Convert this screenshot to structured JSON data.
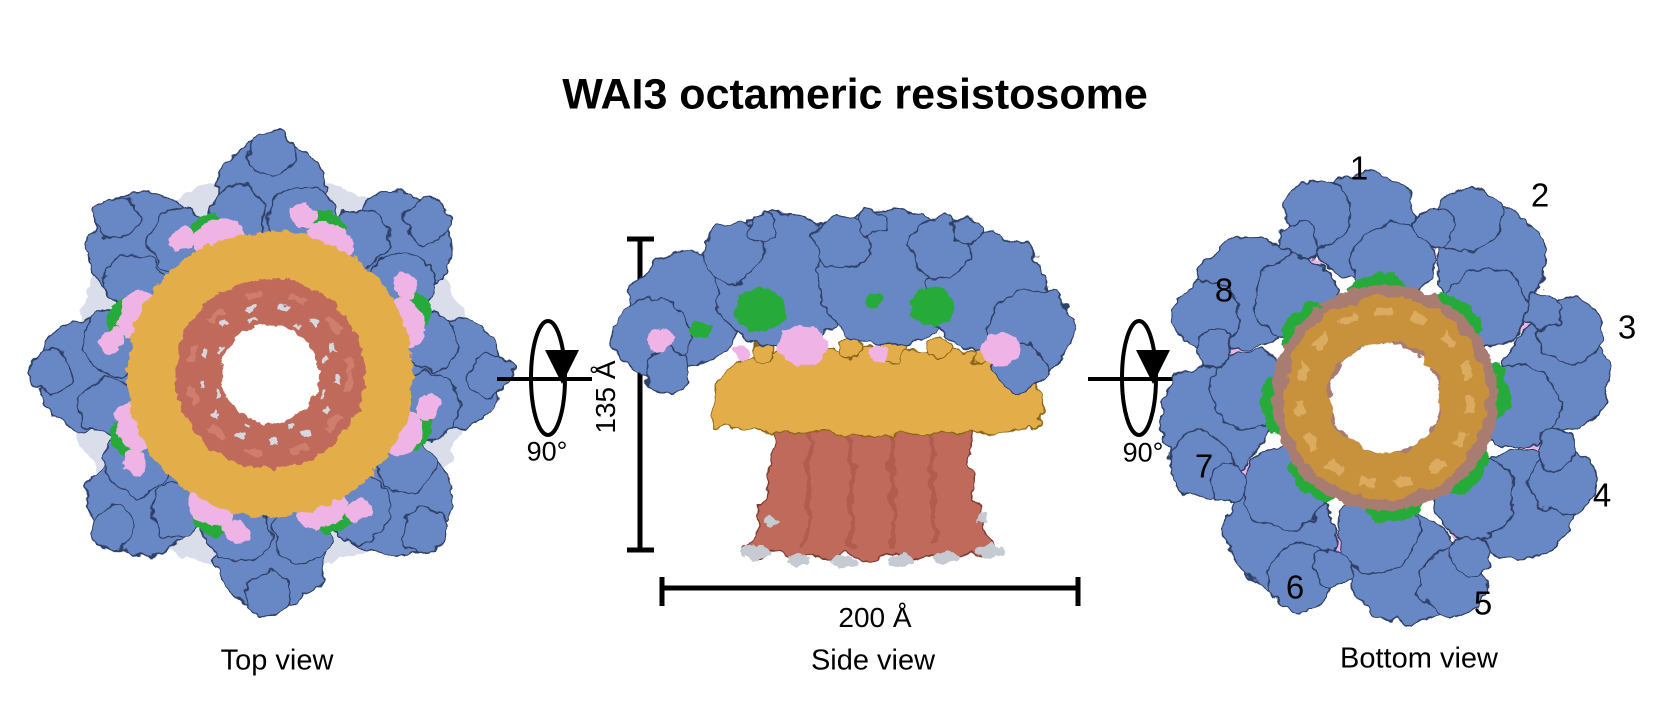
{
  "title": "WAI3 octameric resistosome",
  "views": {
    "top": {
      "label": "Top view"
    },
    "side": {
      "label": "Side view"
    },
    "bottom": {
      "label": "Bottom view"
    }
  },
  "rotations": [
    {
      "label": "90°",
      "symbol": "rotation-axis-arrow-icon"
    },
    {
      "label": "90°",
      "symbol": "rotation-axis-arrow-icon"
    }
  ],
  "scalebars": {
    "height": {
      "label": "135 Å",
      "orientation": "vertical"
    },
    "width": {
      "label": "200 Å",
      "orientation": "horizontal"
    }
  },
  "protomers": [
    "1",
    "2",
    "3",
    "4",
    "5",
    "6",
    "7",
    "8"
  ],
  "colors": {
    "blue": "#6887c5",
    "green": "#28ab3b",
    "pink": "#efb3e5",
    "gold": "#e3ae49",
    "tan": "#c8923c",
    "salmon": "#c06a5c",
    "mauve": "#a97c72",
    "gray": "#c6cad1",
    "black": "#000000"
  }
}
